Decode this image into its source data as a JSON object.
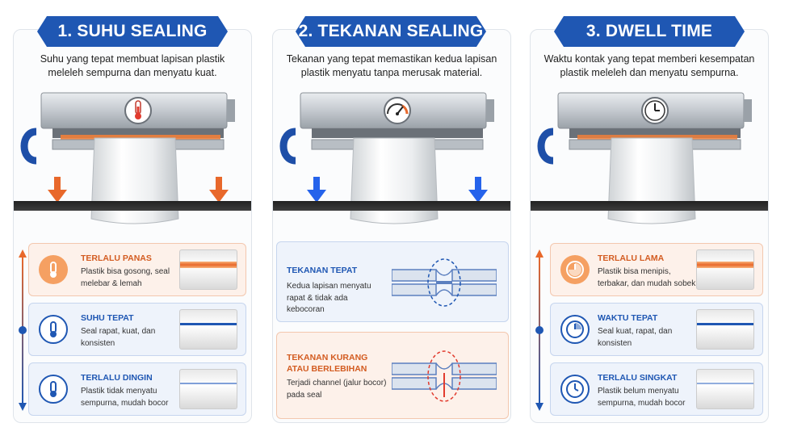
{
  "panels": [
    {
      "title": "1. SUHU SEALING",
      "description": "Suhu yang tepat membuat lapisan plastik meleleh sempurna dan menyatu kuat.",
      "cards": [
        {
          "title": "TERLALU PANAS",
          "text": "Plastik bisa gosong, seal melebar & lemah"
        },
        {
          "title": "SUHU TEPAT",
          "text": "Seal rapat, kuat, dan konsisten"
        },
        {
          "title": "TERLALU DINGIN",
          "text": "Plastik tidak menyatu sempurna, mudah bocor"
        }
      ]
    },
    {
      "title": "2. TEKANAN SEALING",
      "description": "Tekanan yang tepat memastikan kedua lapisan plastik menyatu tanpa merusak material.",
      "cards": [
        {
          "title": "TEKANAN TEPAT",
          "text": "Kedua lapisan menyatu rapat & tidak ada kebocoran"
        },
        {
          "title": "TEKANAN KURANG ATAU BERLEBIHAN",
          "text": "Terjadi channel (jalur bocor) pada seal"
        }
      ]
    },
    {
      "title": "3. DWELL TIME",
      "description": "Waktu kontak yang tepat memberi kesempatan plastik meleleh dan menyatu sempurna.",
      "cards": [
        {
          "title": "TERLALU LAMA",
          "text": "Plastik bisa menipis, terbakar, dan mudah sobek"
        },
        {
          "title": "WAKTU TEPAT",
          "text": "Seal kuat, rapat, dan konsisten"
        },
        {
          "title": "TERLALU SINGKAT",
          "text": "Plastik belum menyatu sempurna, mudah bocor"
        }
      ]
    }
  ],
  "colors": {
    "banner": "#1f57b3",
    "hot": "#e8682b",
    "cool": "#1f57b3",
    "pressure_arrow": "#2563eb",
    "heat_arrow": "#e8682b"
  },
  "icons": {
    "panel1_gauge": "thermometer-icon",
    "panel2_gauge": "pressure-gauge-icon",
    "panel3_gauge": "clock-icon"
  }
}
